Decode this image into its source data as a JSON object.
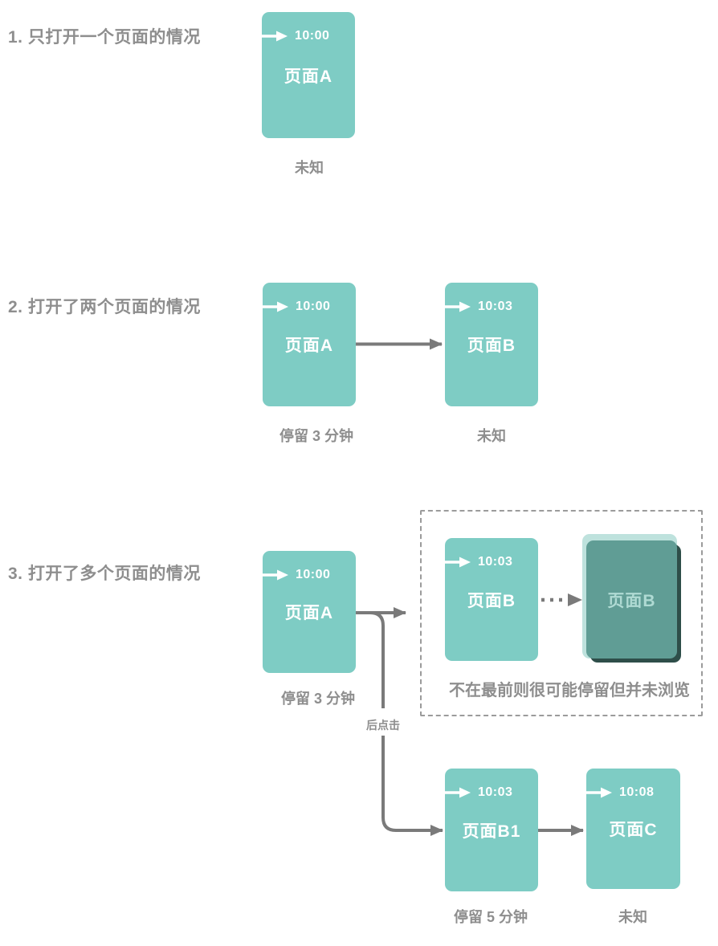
{
  "palette": {
    "card_teal": "#7ECCC4",
    "card_dark": "#609D95",
    "card_dark_shadow": "#2E4E49",
    "card_back_light": "#BEE2DD",
    "dark_card_text": "#AFDAD3",
    "text_gray": "#8E8E8E",
    "arrow_gray": "#7A7A7A",
    "dashed_border": "#9B9B9B",
    "card_text_white": "#FFFFFF"
  },
  "sections": {
    "s1": {
      "heading": "1. 只打开一个页面的情况",
      "card_a": {
        "time": "10:00",
        "title": "页面A",
        "note": "未知"
      }
    },
    "s2": {
      "heading": "2. 打开了两个页面的情况",
      "card_a": {
        "time": "10:00",
        "title": "页面A",
        "note": "停留 3 分钟"
      },
      "card_b": {
        "time": "10:03",
        "title": "页面B",
        "note": "未知"
      }
    },
    "s3": {
      "heading": "3. 打开了多个页面的情况",
      "card_a": {
        "time": "10:00",
        "title": "页面A",
        "note": "停留 3 分钟"
      },
      "branch_label": "后点击",
      "inactive_group": {
        "card_b_front": {
          "time": "10:03",
          "title": "页面B"
        },
        "card_b_background": {
          "title": "页面B"
        },
        "caption": "不在最前则很可能停留但并未浏览"
      },
      "card_b1": {
        "time": "10:03",
        "title": "页面B1",
        "note": "停留 5 分钟"
      },
      "card_c": {
        "time": "10:08",
        "title": "页面C",
        "note": "未知"
      }
    }
  }
}
